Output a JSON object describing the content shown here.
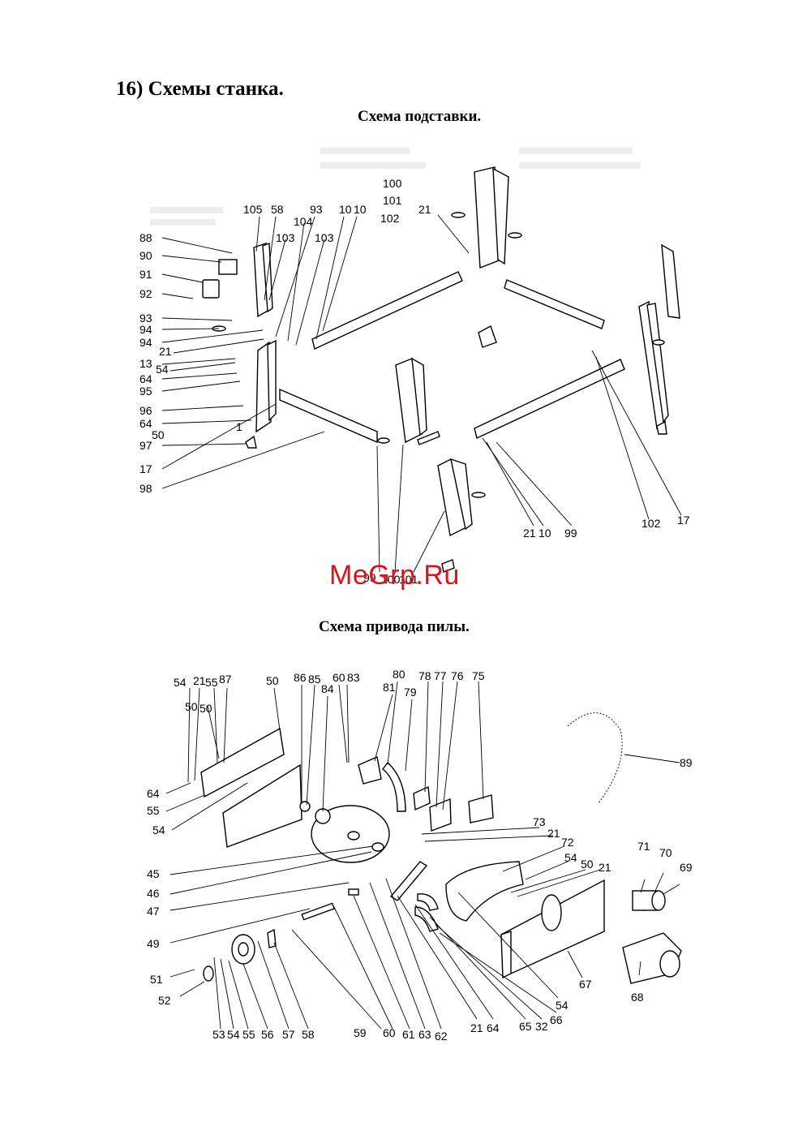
{
  "heading": "16) Схемы станка.",
  "stand": {
    "title": "Схема подставки.",
    "labels": [
      "100",
      "101",
      "102",
      "21",
      "105",
      "58",
      "93",
      "104",
      "10",
      "10",
      "103",
      "103",
      "88",
      "90",
      "91",
      "92",
      "93",
      "94",
      "94",
      "21",
      "13",
      "54",
      "64",
      "95",
      "96",
      "64",
      "50",
      "1",
      "97",
      "17",
      "98",
      "21",
      "10",
      "99",
      "102",
      "17",
      "99",
      "100",
      "101"
    ]
  },
  "drive": {
    "title": "Схема привода пилы.",
    "labels": [
      "54",
      "21",
      "55",
      "87",
      "50",
      "50",
      "50",
      "86",
      "85",
      "60",
      "83",
      "84",
      "80",
      "81",
      "79",
      "78",
      "77",
      "76",
      "75",
      "89",
      "64",
      "55",
      "54",
      "73",
      "21",
      "72",
      "71",
      "70",
      "69",
      "54",
      "50",
      "21",
      "45",
      "46",
      "47",
      "49",
      "51",
      "52",
      "53",
      "54",
      "55",
      "56",
      "57",
      "58",
      "59",
      "60",
      "61",
      "63",
      "62",
      "21",
      "64",
      "65",
      "32",
      "66",
      "54",
      "67",
      "68"
    ]
  },
  "watermark": "MeGrp.Ru"
}
